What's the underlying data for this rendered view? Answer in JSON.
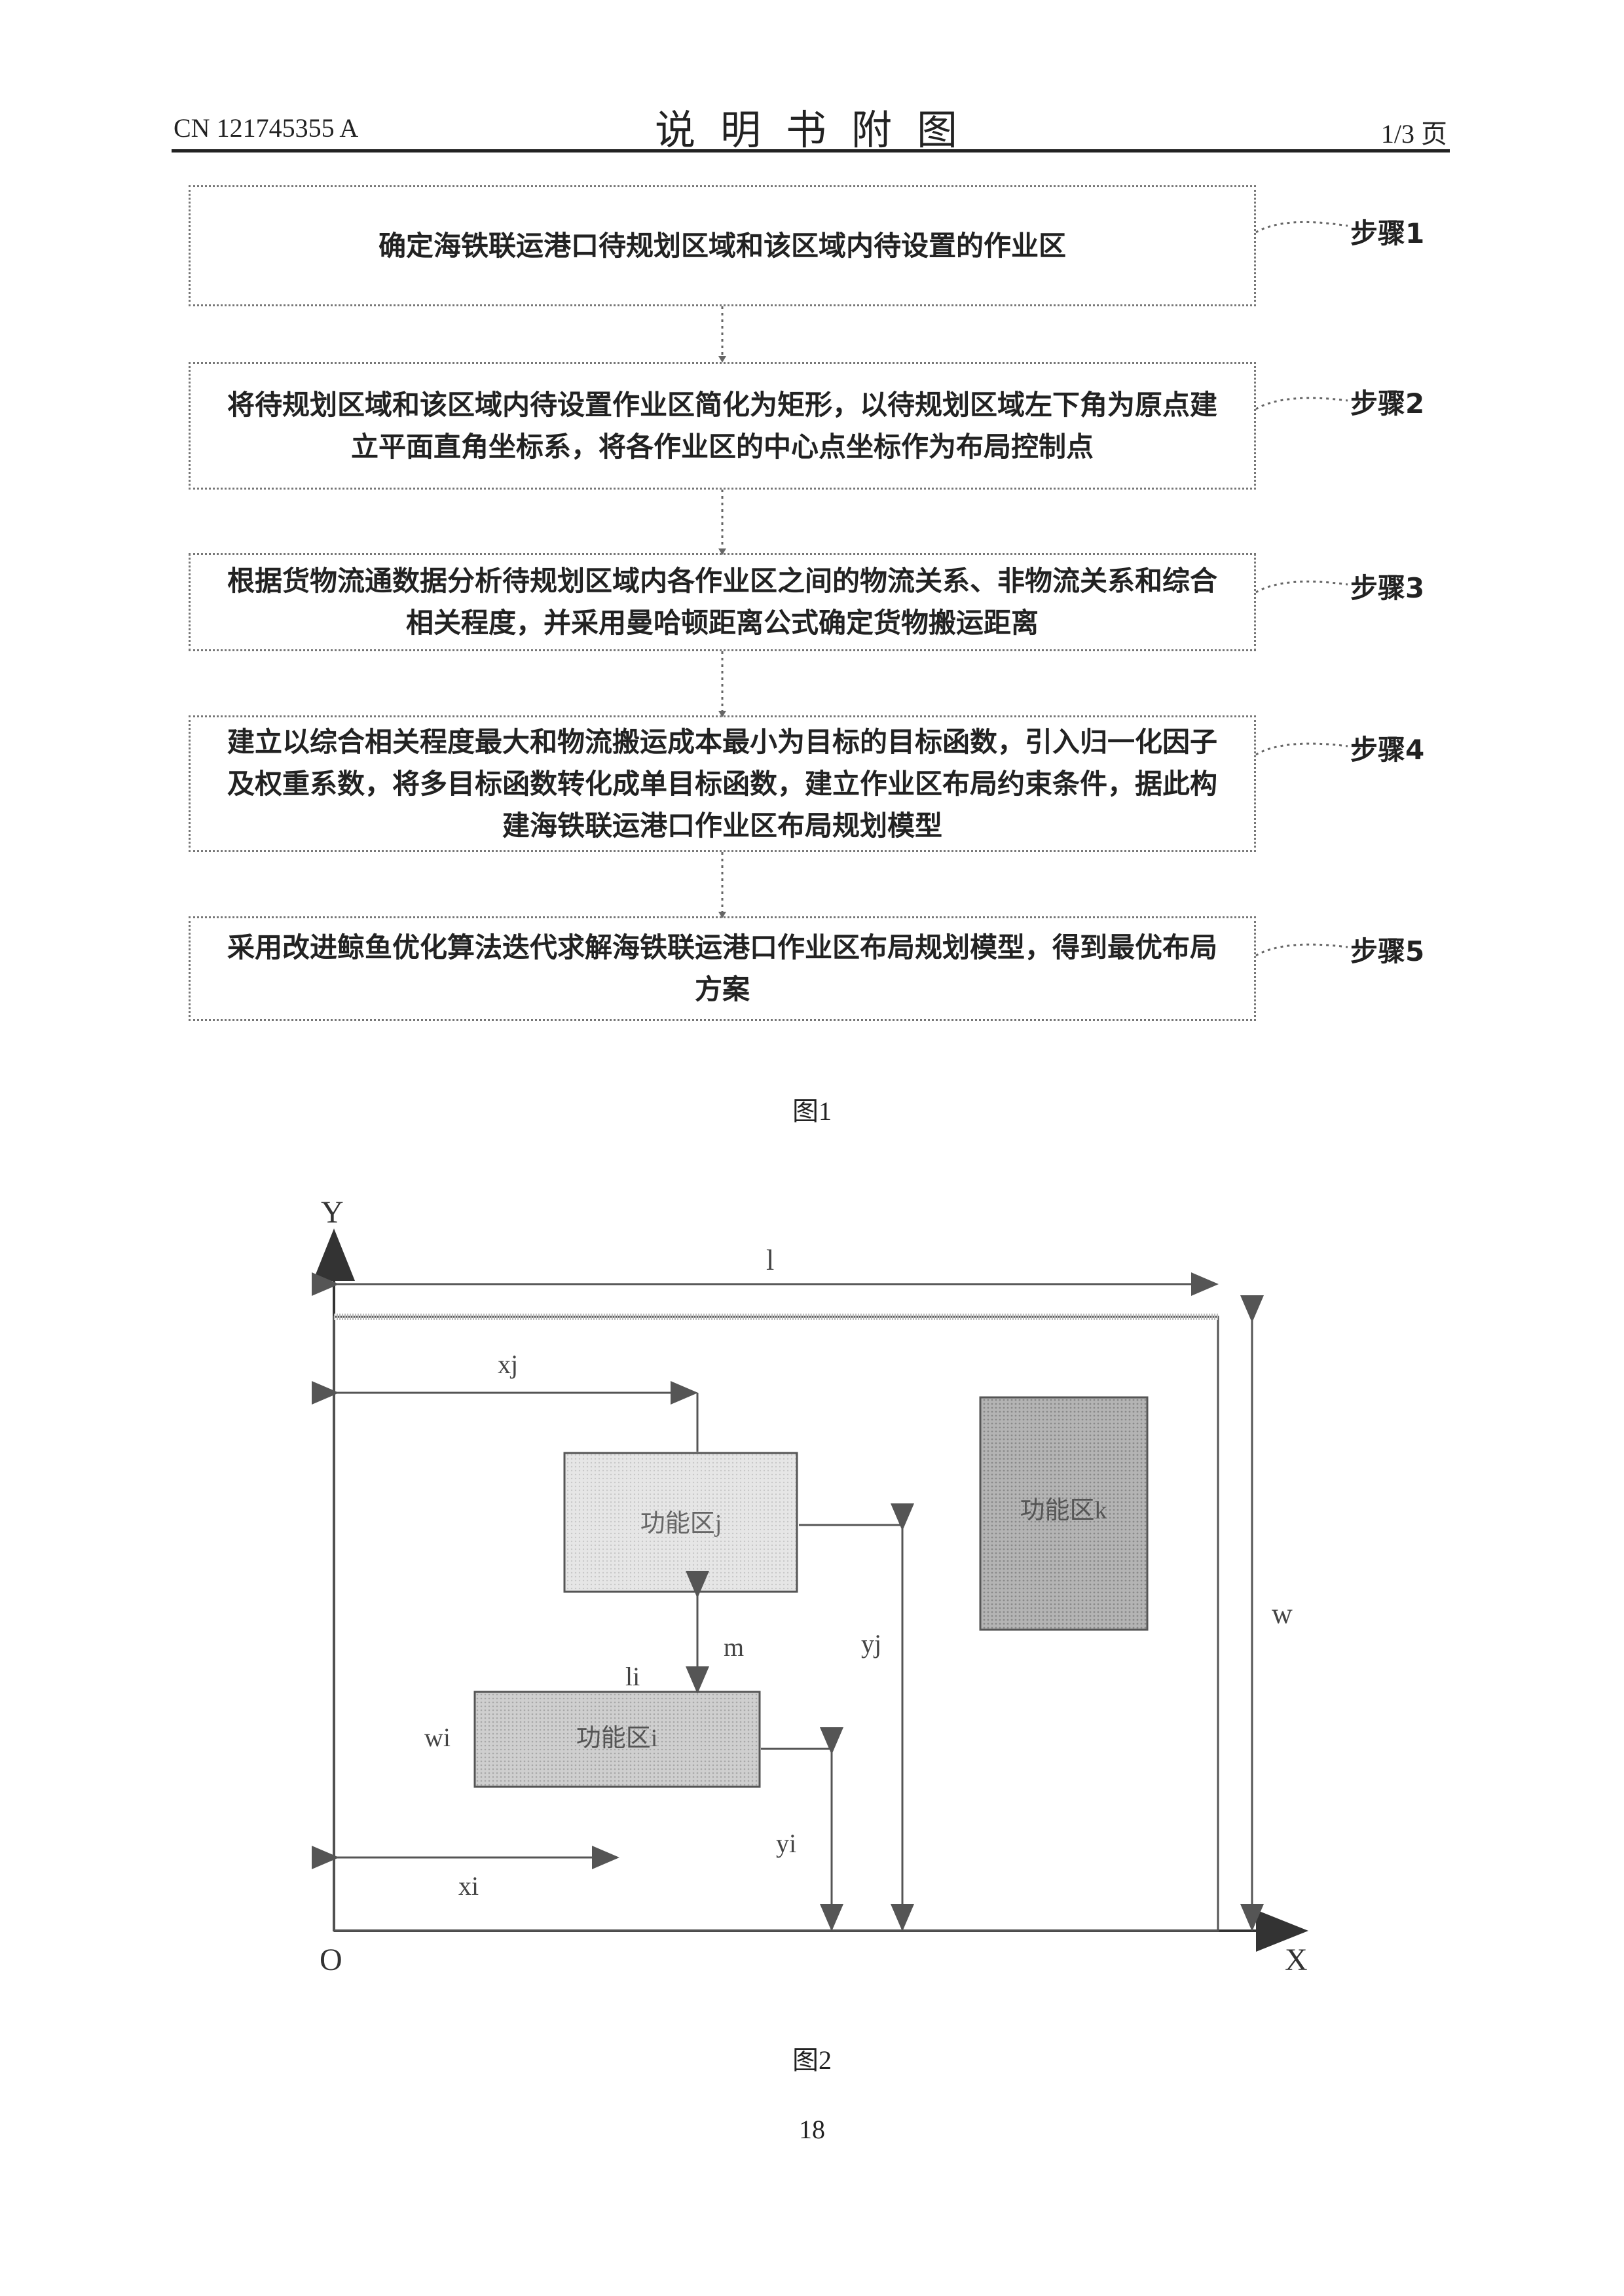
{
  "header": {
    "patent_number": "CN 121745355 A",
    "section_title": "说明书附图",
    "page_indicator": "1/3 页"
  },
  "figure1": {
    "steps": [
      {
        "label": "步骤1",
        "text": "确定海铁联运港口待规划区域和该区域内待设置的作业区"
      },
      {
        "label": "步骤2",
        "text": "将待规划区域和该区域内待设置作业区简化为矩形，以待规划区域左下角为原点建立平面直角坐标系，将各作业区的中心点坐标作为布局控制点"
      },
      {
        "label": "步骤3",
        "text": "根据货物流通数据分析待规划区域内各作业区之间的物流关系、非物流关系和综合相关程度，并采用曼哈顿距离公式确定货物搬运距离"
      },
      {
        "label": "步骤4",
        "text": "建立以综合相关程度最大和物流搬运成本最小为目标的目标函数，引入归一化因子及权重系数，将多目标函数转化成单目标函数，建立作业区布局约束条件，据此构建海铁联运港口作业区布局规划模型"
      },
      {
        "label": "步骤5",
        "text": "采用改进鲸鱼优化算法迭代求解海铁联运港口作业区布局规划模型，得到最优布局方案"
      }
    ],
    "caption": "图1"
  },
  "figure2": {
    "axis_y": "Y",
    "axis_x": "X",
    "origin": "O",
    "length_label": "l",
    "width_label": "w",
    "zone_j": "功能区j",
    "zone_k": "功能区k",
    "zone_i": "功能区i",
    "xj": "xj",
    "yj": "yj",
    "xi": "xi",
    "yi": "yi",
    "li": "li",
    "wi": "wi",
    "m": "m",
    "caption": "图2"
  },
  "page_number": "18"
}
